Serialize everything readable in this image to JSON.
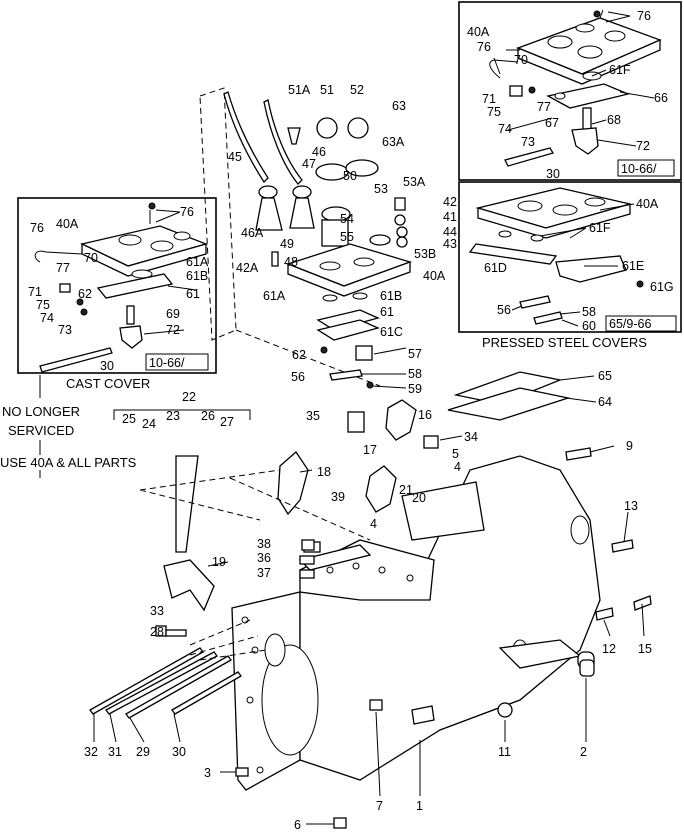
{
  "labels": [
    {
      "t": "76"
    },
    {
      "t": "40A"
    },
    {
      "t": "76"
    },
    {
      "t": "70"
    },
    {
      "t": "61F"
    },
    {
      "t": "71"
    },
    {
      "t": "75"
    },
    {
      "t": "77"
    },
    {
      "t": "66"
    },
    {
      "t": "73"
    },
    {
      "t": "74"
    },
    {
      "t": "67"
    },
    {
      "t": "68"
    },
    {
      "t": "72"
    },
    {
      "t": "30"
    },
    {
      "t": "10-66/"
    },
    {
      "t": "40A"
    },
    {
      "t": "61F"
    },
    {
      "t": "61D"
    },
    {
      "t": "61E"
    },
    {
      "t": "61G"
    },
    {
      "t": "56"
    },
    {
      "t": "58"
    },
    {
      "t": "60"
    },
    {
      "t": "65/9-66"
    },
    {
      "t": "PRESSED STEEL COVERS"
    },
    {
      "t": "51A"
    },
    {
      "t": "51"
    },
    {
      "t": "52"
    },
    {
      "t": "63"
    },
    {
      "t": "63A"
    },
    {
      "t": "46"
    },
    {
      "t": "47"
    },
    {
      "t": "45"
    },
    {
      "t": "50"
    },
    {
      "t": "53"
    },
    {
      "t": "53A"
    },
    {
      "t": "42"
    },
    {
      "t": "41"
    },
    {
      "t": "44"
    },
    {
      "t": "43"
    },
    {
      "t": "53B"
    },
    {
      "t": "54"
    },
    {
      "t": "55"
    },
    {
      "t": "46A"
    },
    {
      "t": "49"
    },
    {
      "t": "42A"
    },
    {
      "t": "48"
    },
    {
      "t": "40A"
    },
    {
      "t": "61A"
    },
    {
      "t": "61B"
    },
    {
      "t": "61"
    },
    {
      "t": "61C"
    },
    {
      "t": "62"
    },
    {
      "t": "57"
    },
    {
      "t": "56"
    },
    {
      "t": "58"
    },
    {
      "t": "59"
    },
    {
      "t": "76"
    },
    {
      "t": "40A"
    },
    {
      "t": "76"
    },
    {
      "t": "70"
    },
    {
      "t": "77"
    },
    {
      "t": "61A"
    },
    {
      "t": "61B"
    },
    {
      "t": "71"
    },
    {
      "t": "62"
    },
    {
      "t": "75"
    },
    {
      "t": "61"
    },
    {
      "t": "74"
    },
    {
      "t": "69"
    },
    {
      "t": "73"
    },
    {
      "t": "72"
    },
    {
      "t": "30"
    },
    {
      "t": "10-66/"
    },
    {
      "t": "CAST COVER"
    },
    {
      "t": "NO  LONGER"
    },
    {
      "t": "SERVICED"
    },
    {
      "t": "USE 40A & ALL PARTS"
    },
    {
      "t": "22"
    },
    {
      "t": "25"
    },
    {
      "t": "24"
    },
    {
      "t": "23"
    },
    {
      "t": "26"
    },
    {
      "t": "27"
    },
    {
      "t": "35"
    },
    {
      "t": "16"
    },
    {
      "t": "34"
    },
    {
      "t": "65"
    },
    {
      "t": "64"
    },
    {
      "t": "9"
    },
    {
      "t": "18"
    },
    {
      "t": "17"
    },
    {
      "t": "5"
    },
    {
      "t": "4"
    },
    {
      "t": "21"
    },
    {
      "t": "20"
    },
    {
      "t": "39"
    },
    {
      "t": "4"
    },
    {
      "t": "38"
    },
    {
      "t": "36"
    },
    {
      "t": "37"
    },
    {
      "t": "19"
    },
    {
      "t": "13"
    },
    {
      "t": "33"
    },
    {
      "t": "28"
    },
    {
      "t": "12"
    },
    {
      "t": "15"
    },
    {
      "t": "32"
    },
    {
      "t": "31"
    },
    {
      "t": "29"
    },
    {
      "t": "30"
    },
    {
      "t": "11"
    },
    {
      "t": "2"
    },
    {
      "t": "3"
    },
    {
      "t": "7"
    },
    {
      "t": "1"
    },
    {
      "t": "6"
    }
  ]
}
